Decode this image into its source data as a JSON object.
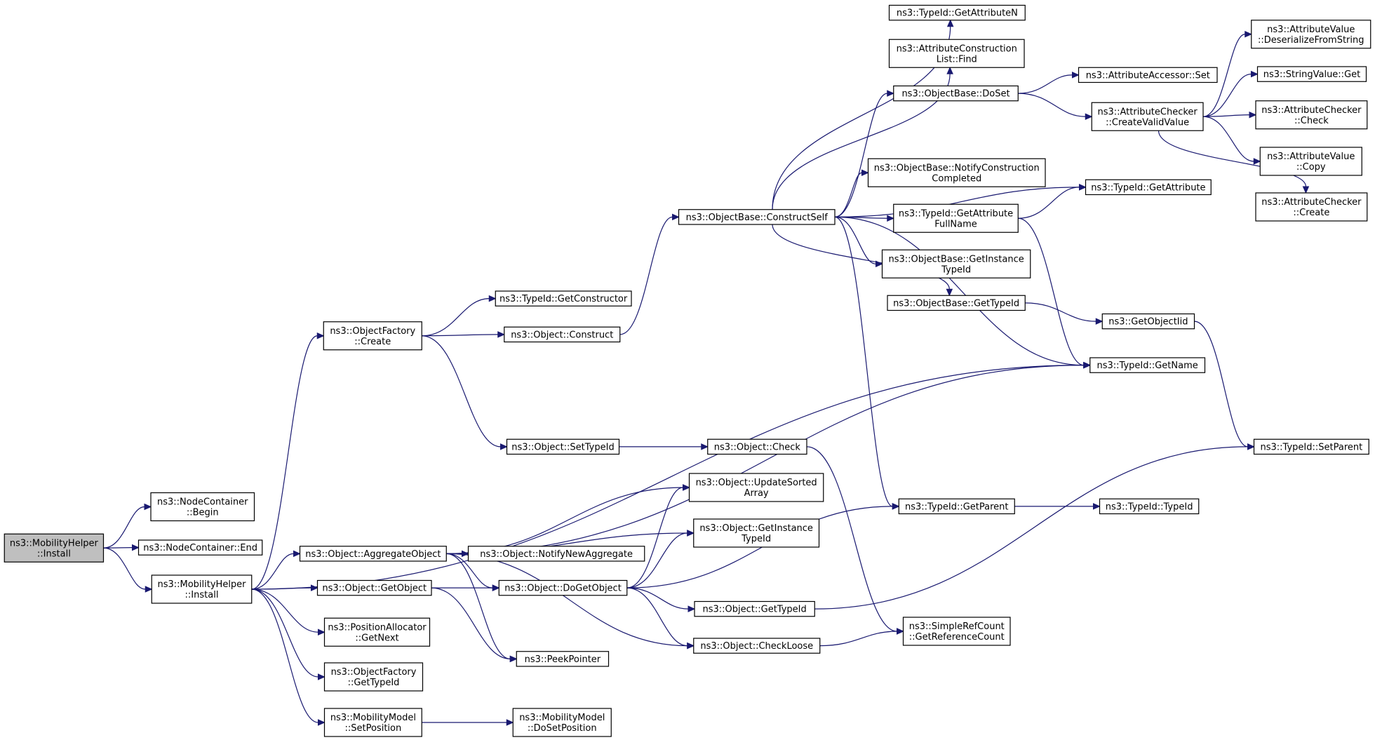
{
  "diagram": {
    "type": "call-graph",
    "nodes": [
      {
        "id": "root",
        "lines": [
          "ns3::MobilityHelper",
          "::Install"
        ],
        "root": true
      },
      {
        "id": "nc_begin",
        "lines": [
          "ns3::NodeContainer",
          "::Begin"
        ]
      },
      {
        "id": "nc_end",
        "lines": [
          "ns3::NodeContainer::End"
        ]
      },
      {
        "id": "mh_install",
        "lines": [
          "ns3::MobilityHelper",
          "::Install"
        ]
      },
      {
        "id": "of_create",
        "lines": [
          "ns3::ObjectFactory",
          "::Create"
        ]
      },
      {
        "id": "ti_getconstructor",
        "lines": [
          "ns3::TypeId::GetConstructor"
        ]
      },
      {
        "id": "o_construct",
        "lines": [
          "ns3::Object::Construct"
        ]
      },
      {
        "id": "ob_constructself",
        "lines": [
          "ns3::ObjectBase::ConstructSelf"
        ]
      },
      {
        "id": "ti_getattributen",
        "lines": [
          "ns3::TypeId::GetAttributeN"
        ]
      },
      {
        "id": "acl_find",
        "lines": [
          "ns3::AttributeConstruction",
          "List::Find"
        ]
      },
      {
        "id": "ob_doset",
        "lines": [
          "ns3::ObjectBase::DoSet"
        ]
      },
      {
        "id": "aa_set",
        "lines": [
          "ns3::AttributeAccessor::Set"
        ]
      },
      {
        "id": "ac_createvalid",
        "lines": [
          "ns3::AttributeChecker",
          "::CreateValidValue"
        ]
      },
      {
        "id": "av_deser",
        "lines": [
          "ns3::AttributeValue",
          "::DeserializeFromString"
        ]
      },
      {
        "id": "sv_get",
        "lines": [
          "ns3::StringValue::Get"
        ]
      },
      {
        "id": "ac_check",
        "lines": [
          "ns3::AttributeChecker",
          "::Check"
        ]
      },
      {
        "id": "av_copy",
        "lines": [
          "ns3::AttributeValue",
          "::Copy"
        ]
      },
      {
        "id": "ac_create",
        "lines": [
          "ns3::AttributeChecker",
          "::Create"
        ]
      },
      {
        "id": "ob_notify",
        "lines": [
          "ns3::ObjectBase::NotifyConstruction",
          "Completed"
        ]
      },
      {
        "id": "ti_getattribute",
        "lines": [
          "ns3::TypeId::GetAttribute"
        ]
      },
      {
        "id": "ti_getattrfull",
        "lines": [
          "ns3::TypeId::GetAttribute",
          "FullName"
        ]
      },
      {
        "id": "ob_getinstance",
        "lines": [
          "ns3::ObjectBase::GetInstance",
          "TypeId"
        ]
      },
      {
        "id": "ob_gettypeid",
        "lines": [
          "ns3::ObjectBase::GetTypeId"
        ]
      },
      {
        "id": "getobjectiid",
        "lines": [
          "ns3::GetObjectIid"
        ]
      },
      {
        "id": "ti_getname",
        "lines": [
          "ns3::TypeId::GetName"
        ]
      },
      {
        "id": "ti_setparent",
        "lines": [
          "ns3::TypeId::SetParent"
        ]
      },
      {
        "id": "o_settypeid",
        "lines": [
          "ns3::Object::SetTypeId"
        ]
      },
      {
        "id": "o_check",
        "lines": [
          "ns3::Object::Check"
        ]
      },
      {
        "id": "o_updatesorted",
        "lines": [
          "ns3::Object::UpdateSorted",
          "Array"
        ]
      },
      {
        "id": "ti_getparent",
        "lines": [
          "ns3::TypeId::GetParent"
        ]
      },
      {
        "id": "ti_typeid",
        "lines": [
          "ns3::TypeId::TypeId"
        ]
      },
      {
        "id": "o_aggregate",
        "lines": [
          "ns3::Object::AggregateObject"
        ]
      },
      {
        "id": "o_notifynewagg",
        "lines": [
          "ns3::Object::NotifyNewAggregate"
        ]
      },
      {
        "id": "o_getinstance",
        "lines": [
          "ns3::Object::GetInstance",
          "TypeId"
        ]
      },
      {
        "id": "o_getobject",
        "lines": [
          "ns3::Object::GetObject"
        ]
      },
      {
        "id": "o_dogetobject",
        "lines": [
          "ns3::Object::DoGetObject"
        ]
      },
      {
        "id": "o_gettypeid",
        "lines": [
          "ns3::Object::GetTypeId"
        ]
      },
      {
        "id": "src_getref",
        "lines": [
          "ns3::SimpleRefCount",
          "::GetReferenceCount"
        ]
      },
      {
        "id": "pa_getnext",
        "lines": [
          "ns3::PositionAllocator",
          "::GetNext"
        ]
      },
      {
        "id": "o_checkloose",
        "lines": [
          "ns3::Object::CheckLoose"
        ]
      },
      {
        "id": "peekpointer",
        "lines": [
          "ns3::PeekPointer"
        ]
      },
      {
        "id": "of_gettypeid",
        "lines": [
          "ns3::ObjectFactory",
          "::GetTypeId"
        ]
      },
      {
        "id": "mm_setposition",
        "lines": [
          "ns3::MobilityModel",
          "::SetPosition"
        ]
      },
      {
        "id": "mm_dosetposition",
        "lines": [
          "ns3::MobilityModel",
          "::DoSetPosition"
        ]
      }
    ],
    "edges": [
      [
        "root",
        "nc_begin"
      ],
      [
        "root",
        "nc_end"
      ],
      [
        "root",
        "mh_install"
      ],
      [
        "mh_install",
        "of_create"
      ],
      [
        "mh_install",
        "ti_getname"
      ],
      [
        "mh_install",
        "o_aggregate"
      ],
      [
        "mh_install",
        "o_getobject"
      ],
      [
        "mh_install",
        "pa_getnext"
      ],
      [
        "mh_install",
        "of_gettypeid"
      ],
      [
        "mh_install",
        "mm_setposition"
      ],
      [
        "of_create",
        "ti_getconstructor"
      ],
      [
        "of_create",
        "o_construct"
      ],
      [
        "of_create",
        "o_settypeid"
      ],
      [
        "o_construct",
        "ob_constructself"
      ],
      [
        "ob_constructself",
        "ti_getattributen"
      ],
      [
        "ob_constructself",
        "acl_find"
      ],
      [
        "ob_constructself",
        "ob_doset"
      ],
      [
        "ob_constructself",
        "ti_getattribute"
      ],
      [
        "ob_constructself",
        "ob_notify"
      ],
      [
        "ob_constructself",
        "ti_getattrfull"
      ],
      [
        "ob_constructself",
        "ob_getinstance"
      ],
      [
        "ob_constructself",
        "ob_gettypeid"
      ],
      [
        "ob_constructself",
        "ti_getname"
      ],
      [
        "ob_constructself",
        "ti_getparent"
      ],
      [
        "ob_doset",
        "aa_set"
      ],
      [
        "ob_doset",
        "ac_createvalid"
      ],
      [
        "ac_createvalid",
        "av_deser"
      ],
      [
        "ac_createvalid",
        "sv_get"
      ],
      [
        "ac_createvalid",
        "ac_check"
      ],
      [
        "ac_createvalid",
        "av_copy"
      ],
      [
        "ac_createvalid",
        "ac_create"
      ],
      [
        "ti_getattrfull",
        "ti_getattribute"
      ],
      [
        "ti_getattrfull",
        "ti_getname"
      ],
      [
        "ob_gettypeid",
        "getobjectiid"
      ],
      [
        "getobjectiid",
        "ti_setparent"
      ],
      [
        "o_settypeid",
        "o_check"
      ],
      [
        "o_check",
        "src_getref"
      ],
      [
        "ti_getparent",
        "ti_typeid"
      ],
      [
        "o_aggregate",
        "ti_getname"
      ],
      [
        "o_aggregate",
        "o_updatesorted"
      ],
      [
        "o_aggregate",
        "o_getinstance"
      ],
      [
        "o_aggregate",
        "o_notifynewagg"
      ],
      [
        "o_aggregate",
        "o_dogetobject"
      ],
      [
        "o_aggregate",
        "o_checkloose"
      ],
      [
        "o_aggregate",
        "peekpointer"
      ],
      [
        "o_getobject",
        "o_dogetobject"
      ],
      [
        "o_getobject",
        "peekpointer"
      ],
      [
        "o_dogetobject",
        "o_updatesorted"
      ],
      [
        "o_dogetobject",
        "o_getinstance"
      ],
      [
        "o_dogetobject",
        "ti_getparent"
      ],
      [
        "o_dogetobject",
        "o_gettypeid"
      ],
      [
        "o_dogetobject",
        "o_checkloose"
      ],
      [
        "o_gettypeid",
        "ti_setparent"
      ],
      [
        "o_checkloose",
        "src_getref"
      ],
      [
        "mm_setposition",
        "mm_dosetposition"
      ]
    ]
  }
}
